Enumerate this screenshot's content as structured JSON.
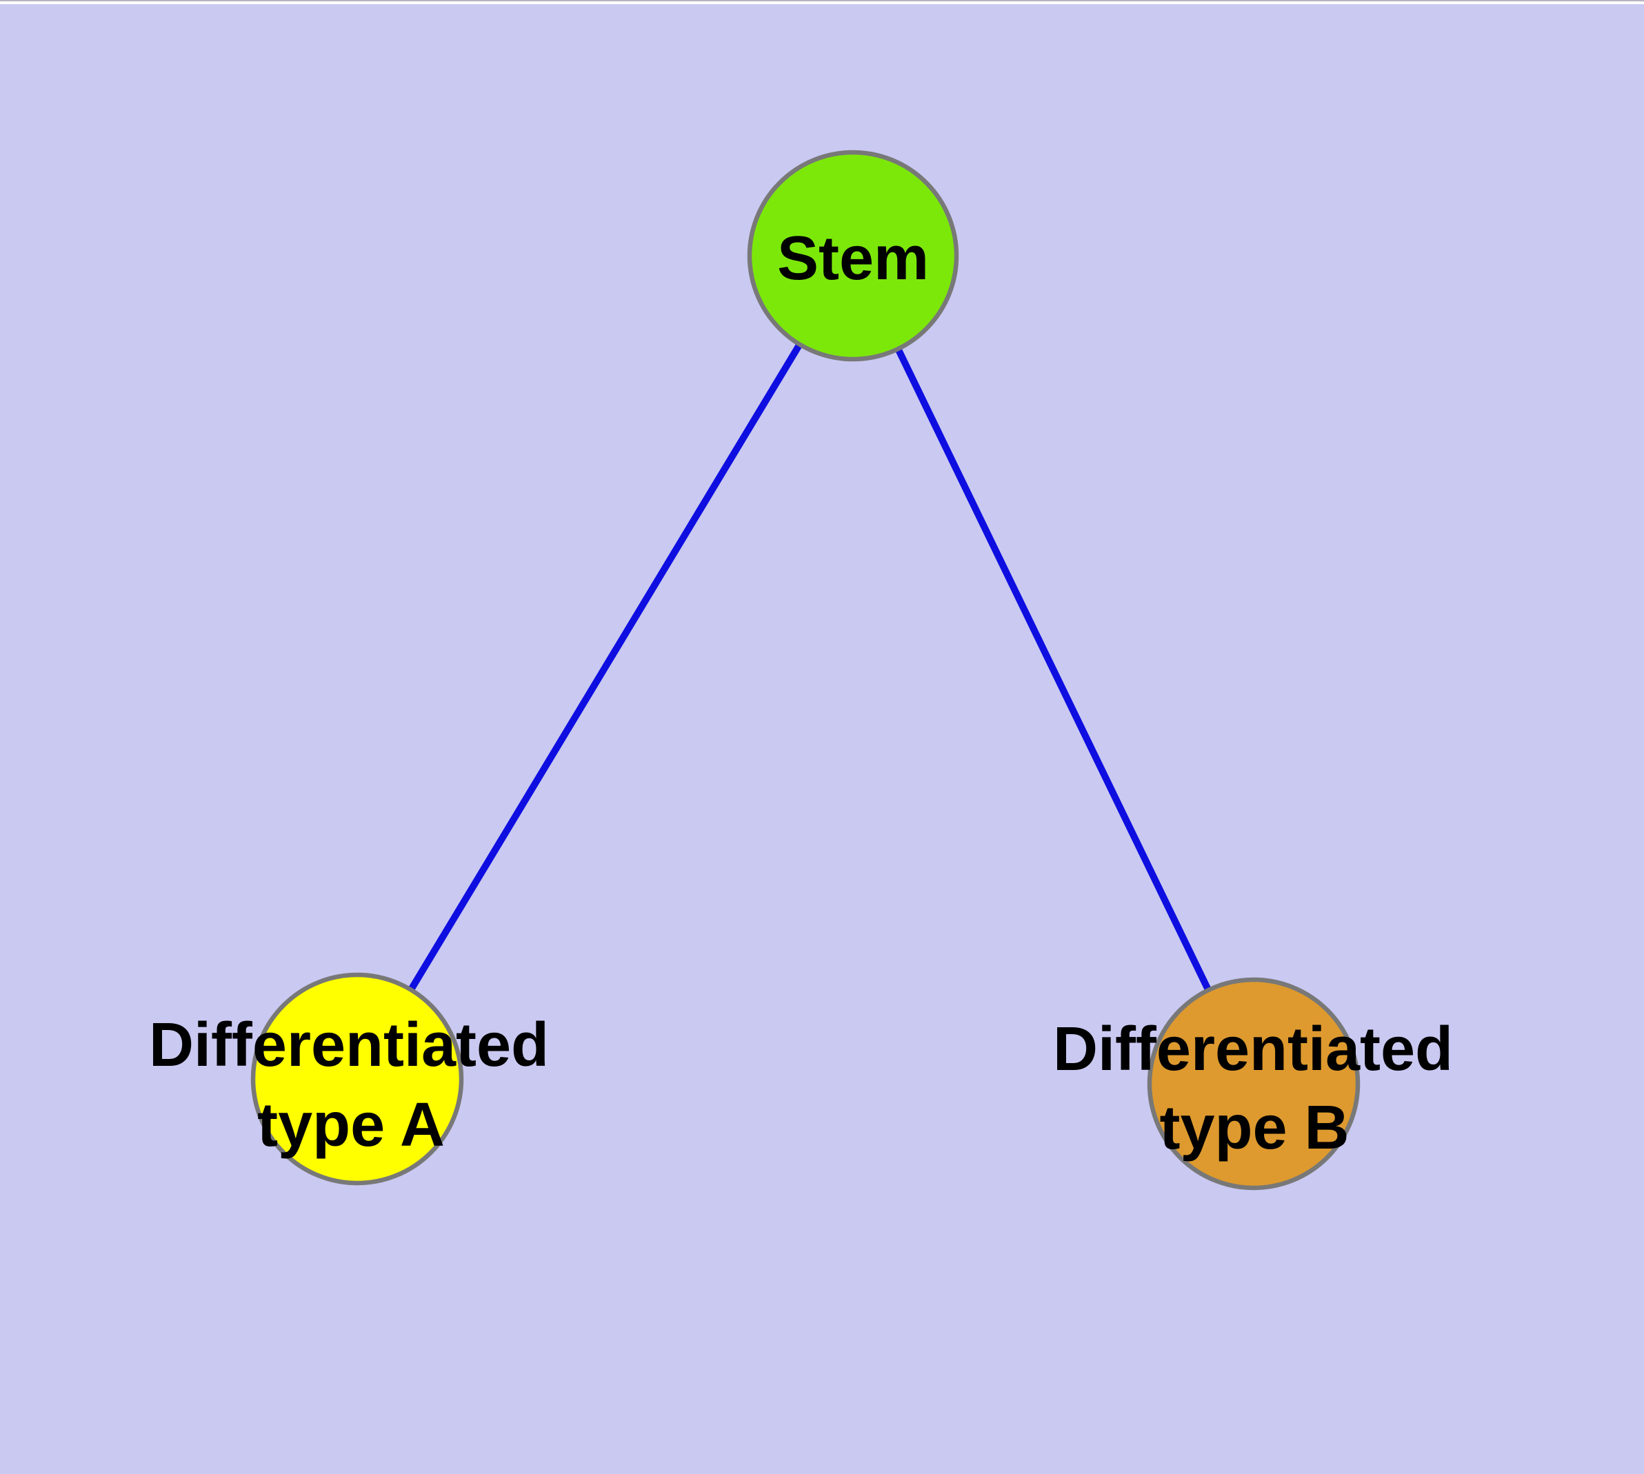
{
  "canvas": {
    "background_color": "#c9c9f2",
    "label_color": "#000000"
  },
  "nodes": {
    "stem": {
      "label": "Stem",
      "fill": "#7ce80a",
      "border_color": "#787878"
    },
    "type_a": {
      "label_lines": [
        "Differentiated",
        "type A"
      ],
      "fill": "#ffff00",
      "border_color": "#787878"
    },
    "type_b": {
      "label_lines": [
        "Differentiated",
        "type B"
      ],
      "fill": "#de9a2e",
      "border_color": "#787878"
    }
  },
  "edges": {
    "color": "#0e0ee1",
    "connections": [
      {
        "from": "Stem",
        "to": "Differentiated type A"
      },
      {
        "from": "Stem",
        "to": "Differentiated type B"
      }
    ]
  }
}
